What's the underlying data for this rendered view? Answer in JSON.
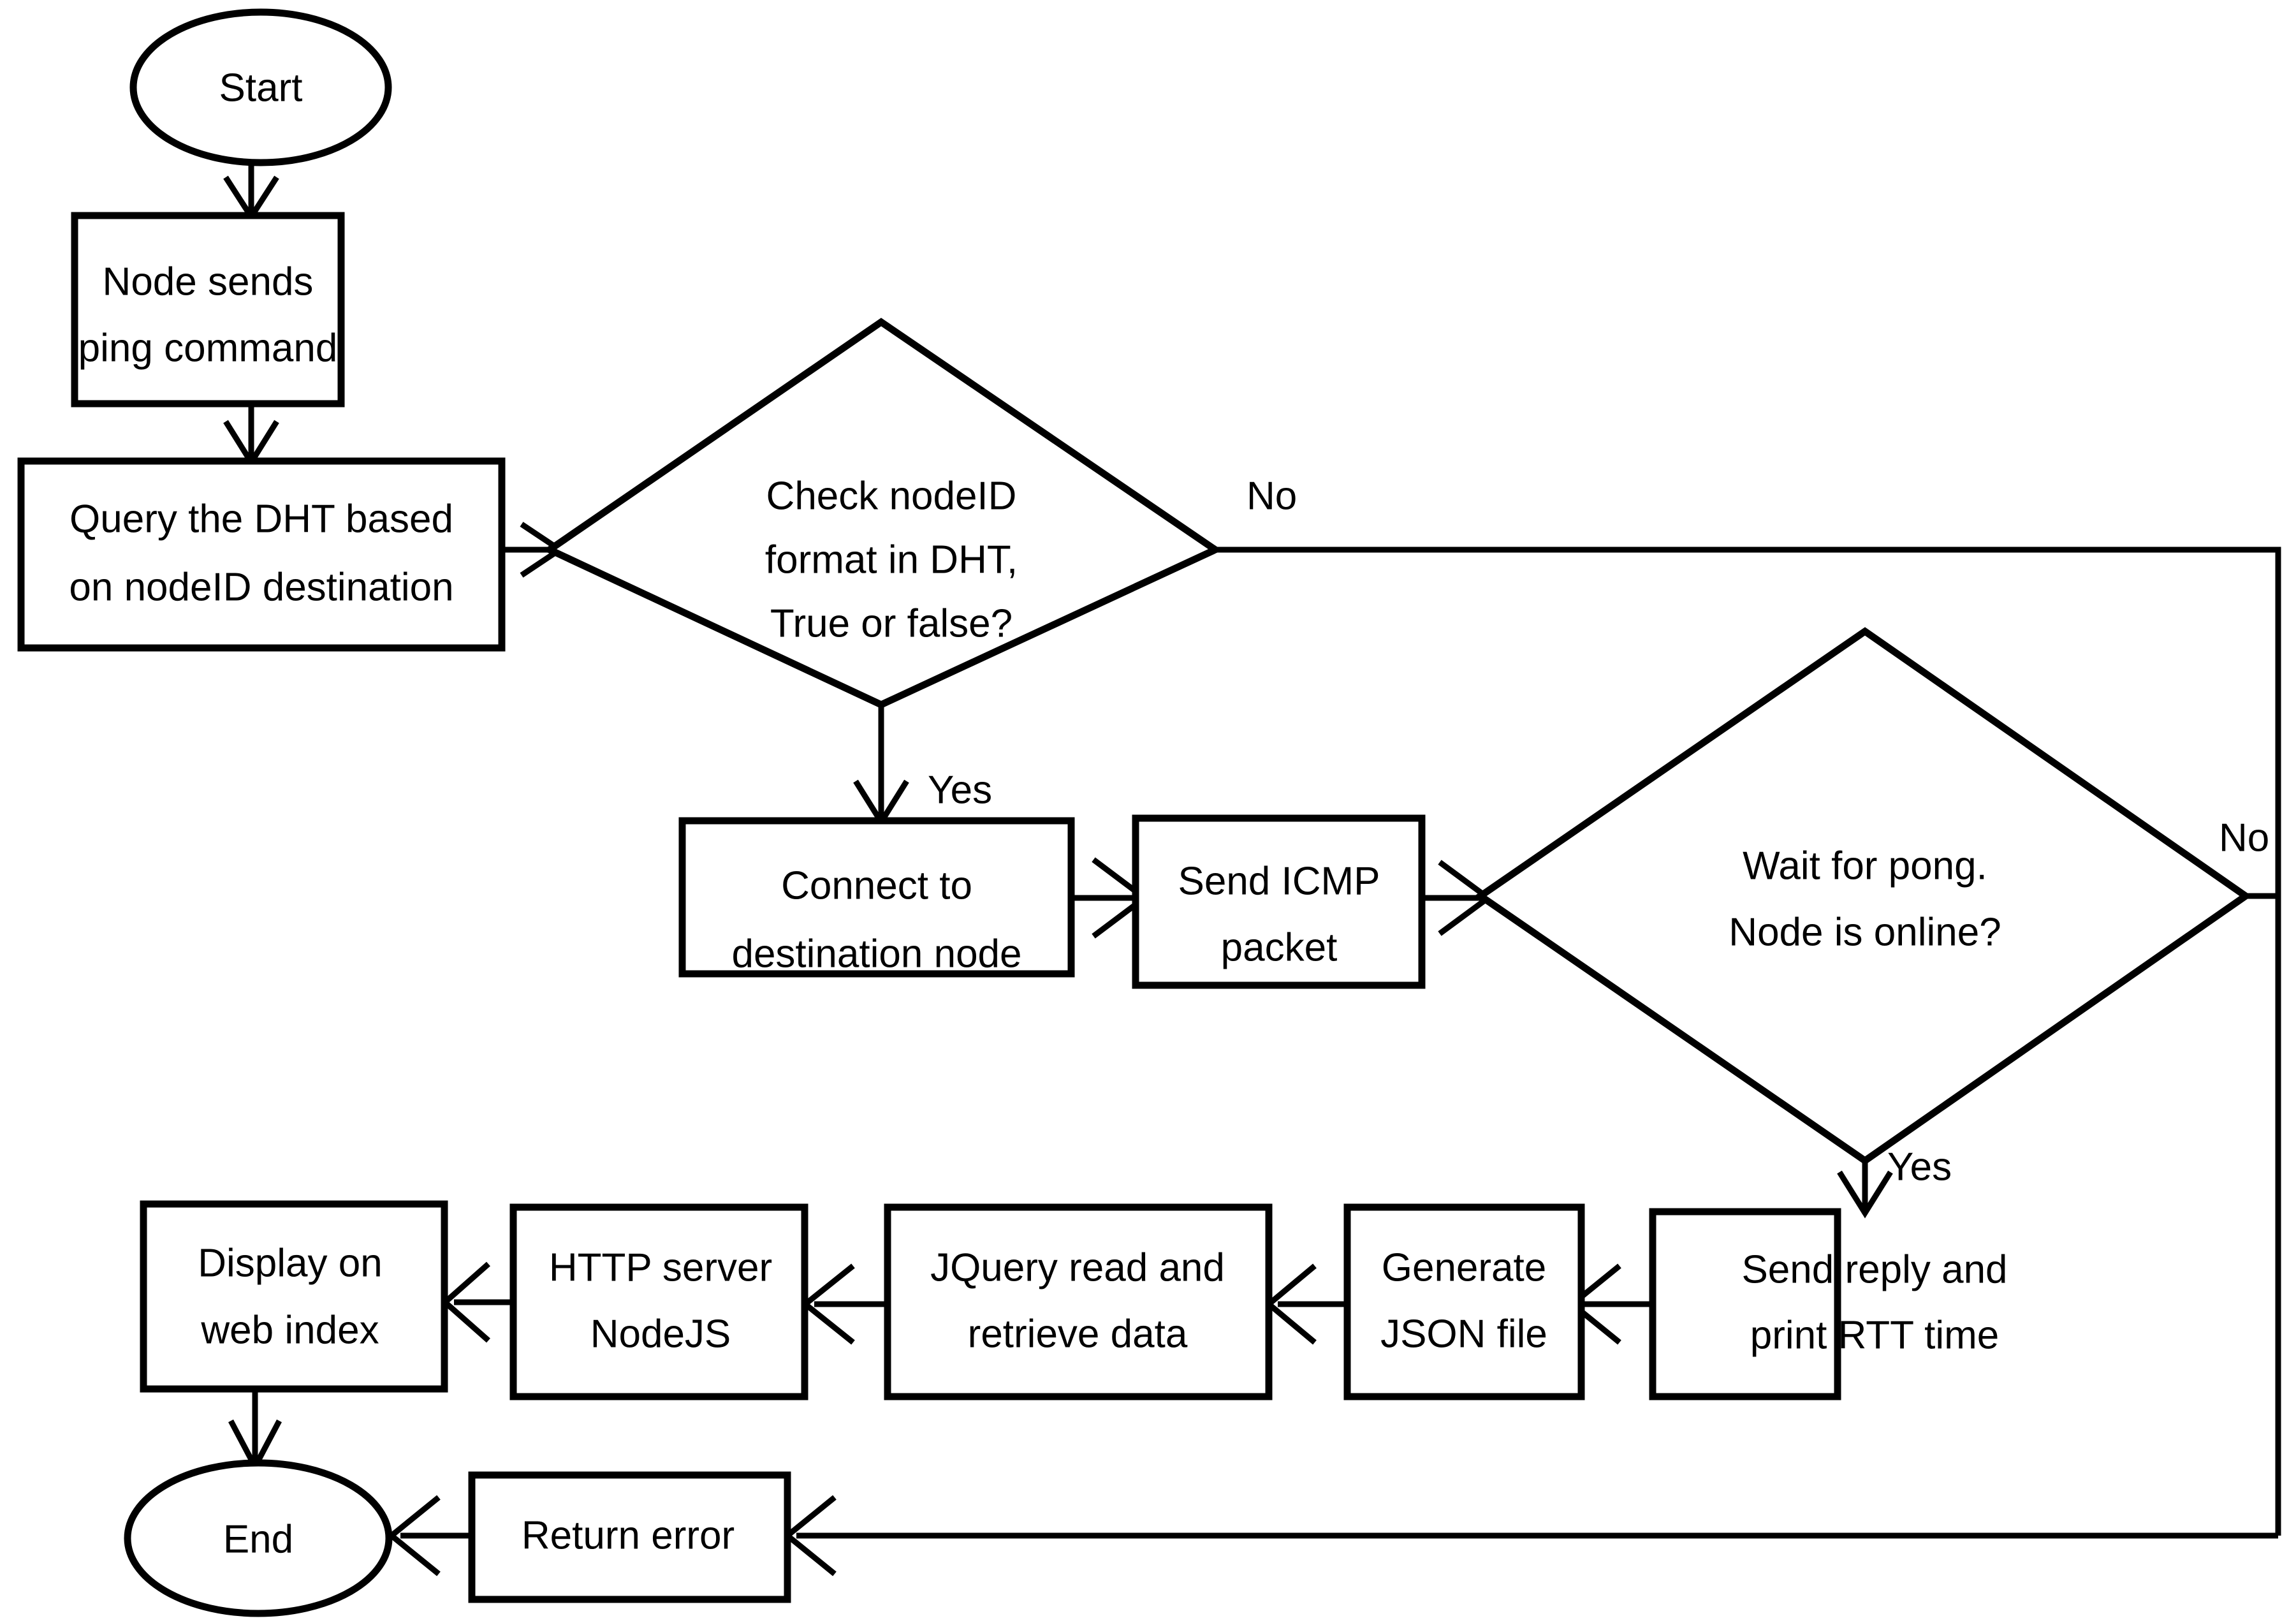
{
  "diagram": {
    "title": "Ping flow over DHT network",
    "type": "flowchart",
    "background_color": "#ffffff",
    "line_color": "#000000",
    "text_color": "#000000"
  },
  "nodes": {
    "start": {
      "label": "Start",
      "shape": "ellipse"
    },
    "node_sends_ping": {
      "line1": "Node sends",
      "line2": "ping command",
      "shape": "process"
    },
    "query_dht": {
      "line1": "Query the DHT based",
      "line2": "on nodeID destination",
      "shape": "process"
    },
    "check_nodeid": {
      "line1": "Check nodeID",
      "line2": "format in DHT,",
      "line3": "True or false?",
      "shape": "decision"
    },
    "connect_dest": {
      "line1": "Connect to",
      "line2": "destination node",
      "shape": "process"
    },
    "send_icmp": {
      "line1": "Send ICMP",
      "line2": "packet",
      "shape": "process"
    },
    "wait_pong": {
      "line1": "Wait for pong.",
      "line2": "Node is online?",
      "shape": "decision"
    },
    "send_reply": {
      "line1": "Send reply and",
      "line2": "print RTT time",
      "shape": "process"
    },
    "generate_json": {
      "line1": "Generate",
      "line2": "JSON file",
      "shape": "process"
    },
    "jquery_read": {
      "line1": "JQuery read and",
      "line2": "retrieve data",
      "shape": "process"
    },
    "http_server": {
      "line1": "HTTP server",
      "line2": "NodeJS",
      "shape": "process"
    },
    "display_web": {
      "line1": "Display on",
      "line2": "web index",
      "shape": "process"
    },
    "return_error": {
      "label": "Return error",
      "shape": "process"
    },
    "end": {
      "label": "End",
      "shape": "ellipse"
    }
  },
  "edge_labels": {
    "check_no": "No",
    "check_yes": "Yes",
    "pong_no": "No",
    "pong_yes": "Yes"
  },
  "edges": [
    {
      "from": "start",
      "to": "node_sends_ping",
      "label": ""
    },
    {
      "from": "node_sends_ping",
      "to": "query_dht",
      "label": ""
    },
    {
      "from": "query_dht",
      "to": "check_nodeid",
      "label": ""
    },
    {
      "from": "check_nodeid",
      "to": "connect_dest",
      "label": "Yes"
    },
    {
      "from": "check_nodeid",
      "to": "return_error",
      "label": "No"
    },
    {
      "from": "connect_dest",
      "to": "send_icmp",
      "label": ""
    },
    {
      "from": "send_icmp",
      "to": "wait_pong",
      "label": ""
    },
    {
      "from": "wait_pong",
      "to": "send_reply",
      "label": "Yes"
    },
    {
      "from": "wait_pong",
      "to": "return_error",
      "label": "No"
    },
    {
      "from": "send_reply",
      "to": "generate_json",
      "label": ""
    },
    {
      "from": "generate_json",
      "to": "jquery_read",
      "label": ""
    },
    {
      "from": "jquery_read",
      "to": "http_server",
      "label": ""
    },
    {
      "from": "http_server",
      "to": "display_web",
      "label": ""
    },
    {
      "from": "display_web",
      "to": "end",
      "label": ""
    },
    {
      "from": "return_error",
      "to": "end",
      "label": ""
    }
  ]
}
